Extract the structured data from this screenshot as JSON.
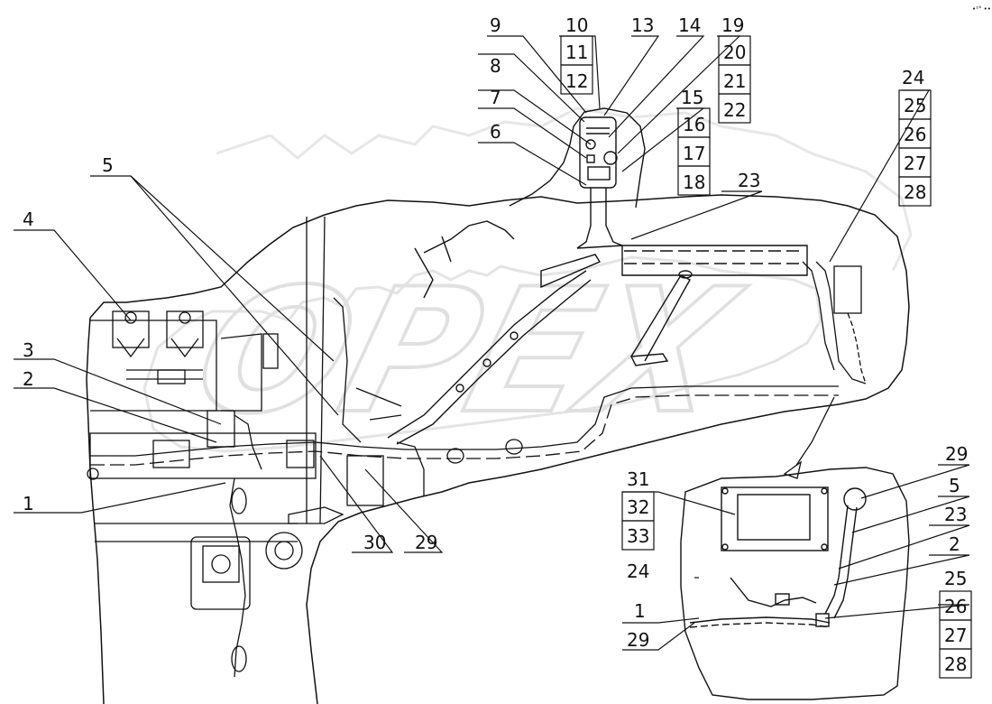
{
  "diagram": {
    "watermark": "OPEX",
    "corner_mark": "•¹° •••",
    "callouts": [
      {
        "id": "c1a",
        "text": "1"
      },
      {
        "id": "c2a",
        "text": "2"
      },
      {
        "id": "c3",
        "text": "3"
      },
      {
        "id": "c4",
        "text": "4"
      },
      {
        "id": "c5a",
        "text": "5"
      },
      {
        "id": "c6",
        "text": "6"
      },
      {
        "id": "c7",
        "text": "7"
      },
      {
        "id": "c8",
        "text": "8"
      },
      {
        "id": "c9",
        "text": "9"
      },
      {
        "id": "c10",
        "text": "10"
      },
      {
        "id": "c11",
        "text": "11"
      },
      {
        "id": "c12",
        "text": "12"
      },
      {
        "id": "c13",
        "text": "13"
      },
      {
        "id": "c14",
        "text": "14"
      },
      {
        "id": "c15",
        "text": "15"
      },
      {
        "id": "c16",
        "text": "16"
      },
      {
        "id": "c17",
        "text": "17"
      },
      {
        "id": "c18",
        "text": "18"
      },
      {
        "id": "c19",
        "text": "19"
      },
      {
        "id": "c20",
        "text": "20"
      },
      {
        "id": "c21",
        "text": "21"
      },
      {
        "id": "c22",
        "text": "22"
      },
      {
        "id": "c23a",
        "text": "23"
      },
      {
        "id": "c24a",
        "text": "24"
      },
      {
        "id": "c25a",
        "text": "25"
      },
      {
        "id": "c26a",
        "text": "26"
      },
      {
        "id": "c27a",
        "text": "27"
      },
      {
        "id": "c28a",
        "text": "28"
      },
      {
        "id": "c30",
        "text": "30"
      },
      {
        "id": "c29a",
        "text": "29"
      },
      {
        "id": "c29b",
        "text": "29"
      },
      {
        "id": "c5b",
        "text": "5"
      },
      {
        "id": "c23b",
        "text": "23"
      },
      {
        "id": "c2b",
        "text": "2"
      },
      {
        "id": "c25b",
        "text": "25"
      },
      {
        "id": "c26b",
        "text": "26"
      },
      {
        "id": "c27b",
        "text": "27"
      },
      {
        "id": "c28b",
        "text": "28"
      },
      {
        "id": "c31",
        "text": "31"
      },
      {
        "id": "c32",
        "text": "32"
      },
      {
        "id": "c33",
        "text": "33"
      },
      {
        "id": "c24b",
        "text": "24"
      },
      {
        "id": "c1b",
        "text": "1"
      },
      {
        "id": "c29c",
        "text": "29"
      }
    ]
  }
}
